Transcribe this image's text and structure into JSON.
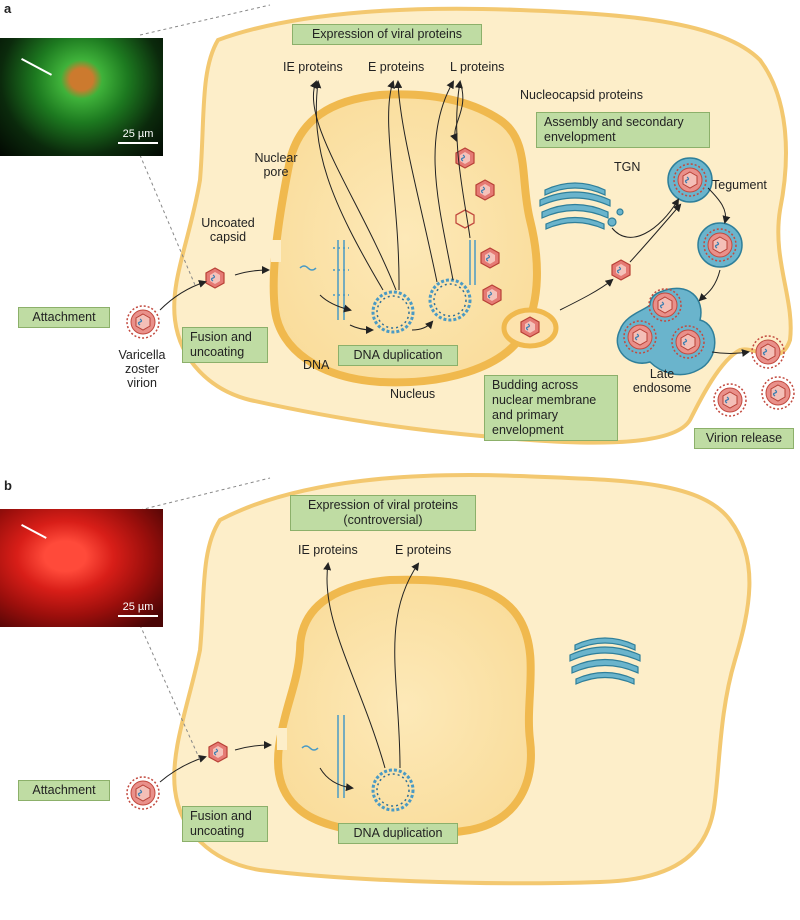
{
  "panel_a": {
    "letter": "a",
    "scale_bar": "25 µm",
    "boxes": {
      "expression": "Expression of viral proteins",
      "assembly": "Assembly and secondary envelopment",
      "attachment": "Attachment",
      "fusion": "Fusion and uncoating",
      "dna_dup": "DNA duplication",
      "budding": "Budding across nuclear membrane and primary envelopment",
      "release": "Virion release"
    },
    "labels": {
      "ie": "IE proteins",
      "e": "E proteins",
      "l": "L proteins",
      "nucleocapsid": "Nucleocapsid proteins",
      "nuclear_pore": "Nuclear pore",
      "uncoated_capsid": "Uncoated capsid",
      "tgn": "TGN",
      "tegument": "Tegument",
      "varicella": "Varicella zoster virion",
      "dna": "DNA",
      "nucleus": "Nucleus",
      "late_endosome": "Late endosome"
    }
  },
  "panel_b": {
    "letter": "b",
    "scale_bar": "25 µm",
    "boxes": {
      "expression": "Expression of viral proteins (controversial)",
      "attachment": "Attachment",
      "fusion": "Fusion and uncoating",
      "dna_dup": "DNA duplication"
    },
    "labels": {
      "ie": "IE proteins",
      "e": "E proteins"
    }
  },
  "colors": {
    "cell_fill": "#fdeec9",
    "cell_edge": "#f3c870",
    "nucleus_fill": "#fbe3ad",
    "capsid": "#e57a74",
    "dna": "#4a9ac4",
    "golgi": "#6ab4cc",
    "box_fill": "#bfdca3"
  }
}
